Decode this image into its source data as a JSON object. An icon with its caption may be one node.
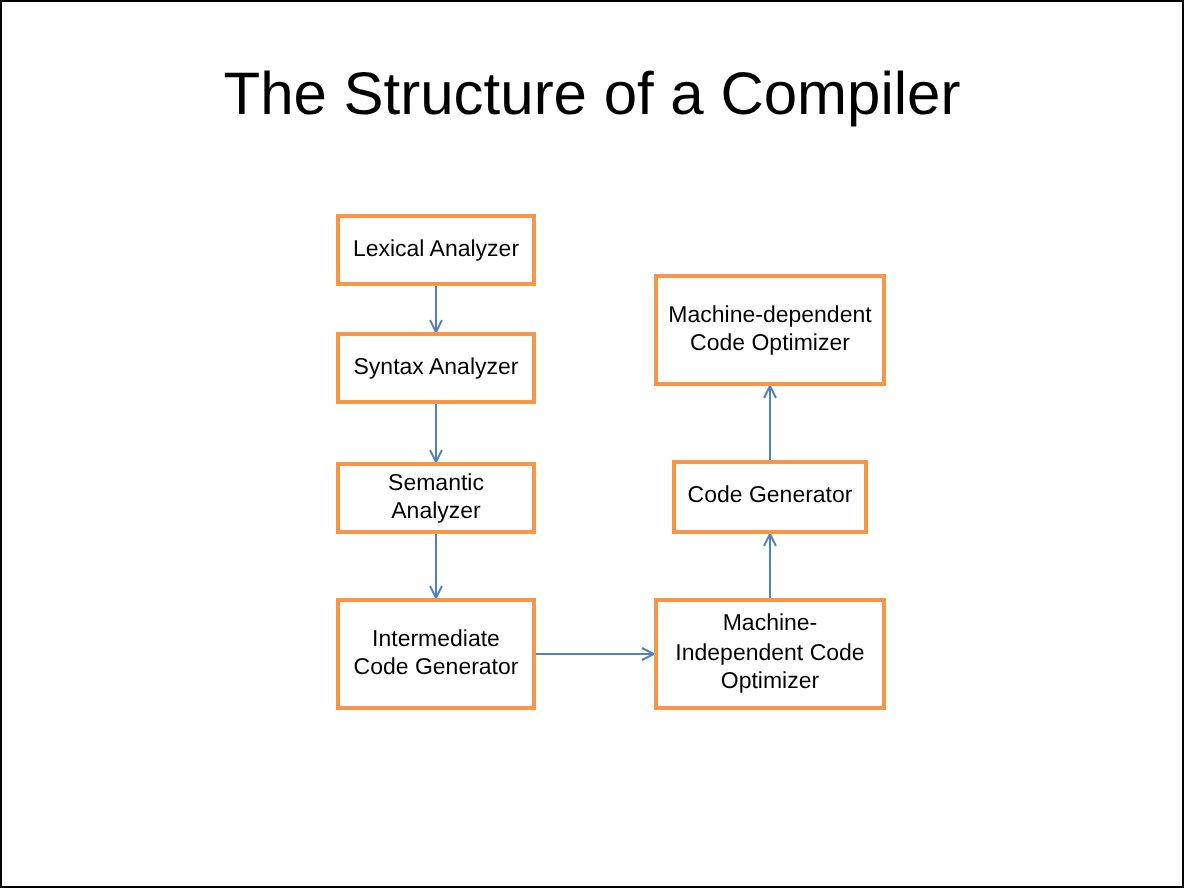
{
  "diagram": {
    "title": "The Structure of a Compiler",
    "nodes": [
      {
        "text": [
          "Lexical Analyzer"
        ]
      },
      {
        "text": [
          "Syntax Analyzer"
        ]
      },
      {
        "text": [
          "Semantic Analyzer"
        ]
      },
      {
        "text": [
          "Intermediate Code Generator"
        ]
      },
      {
        "text": [
          "Machine-Independent Code Optimizer"
        ]
      },
      {
        "text": [
          "Code Generator"
        ]
      },
      {
        "text": [
          "Machine-dependent Code Optimizer"
        ]
      }
    ],
    "edges": [
      {
        "from": 0,
        "to": 1,
        "arrow": "to"
      },
      {
        "from": 1,
        "to": 2,
        "arrow": "to"
      },
      {
        "from": 2,
        "to": 3,
        "arrow": "to"
      },
      {
        "from": 3,
        "to": 4,
        "arrow": "to"
      },
      {
        "from": 4,
        "to": 5,
        "arrow": "to"
      },
      {
        "from": 5,
        "to": 6,
        "arrow": "to"
      }
    ]
  }
}
